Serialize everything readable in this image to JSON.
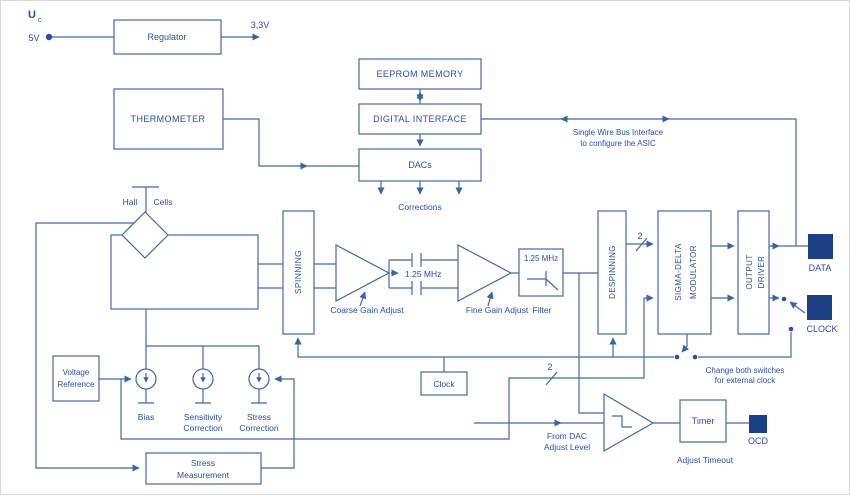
{
  "power": {
    "supply_label": "U",
    "supply_sub": "c",
    "input_voltage": "5V",
    "regulator": "Regulator",
    "output_voltage": "3,3V"
  },
  "top": {
    "thermometer": "THERMOMETER",
    "eeprom": "EEPROM MEMORY",
    "digital_interface": "DIGITAL INTERFACE",
    "dacs": "DACs",
    "corrections": "Corrections",
    "bus_note_1": "Single Wire Bus Interface",
    "bus_note_2": "to configure the ASIC"
  },
  "front_end": {
    "hall": "Hall",
    "cells": "Cells",
    "spinning": "SPINNING",
    "coarse_gain": "Coarse Gain Adjust",
    "chopper_freq": "1.25 MHz",
    "fine_gain": "Fine Gain Adjust",
    "filter_freq": "1.25 MHz",
    "filter": "Filter"
  },
  "back_end": {
    "despinning": "DESPINNING",
    "bus_width": "2",
    "sigma_delta_1": "SIGMA-DELTA",
    "sigma_delta_2": "MODULATOR",
    "output_driver_1": "OUTPUT",
    "output_driver_2": "DRIVER",
    "data_pin": "DATA",
    "clock_pin": "CLOCK",
    "switch_note_1": "Change both switches",
    "switch_note_2": "for external clock"
  },
  "bias": {
    "voltage_ref_1": "Voltage",
    "voltage_ref_2": "Reference",
    "bias": "Bias",
    "sens_1": "Sensitivity",
    "sens_2": "Correction",
    "stress_1": "Stress",
    "stress_2": "Correction",
    "stress_meas_1": "Stress",
    "stress_meas_2": "Measurement"
  },
  "bottom": {
    "clock": "Clock",
    "bus_width": "2",
    "from_dac_1": "From DAC",
    "from_dac_2": "Adjust Level",
    "timer": "Timer",
    "ocd": "OCD",
    "adjust_timeout": "Adjust Timeout"
  },
  "colors": {
    "line": "#4568a8",
    "text": "#2b4fa2",
    "pad": "#1c3f85",
    "background": "#ffffff"
  }
}
